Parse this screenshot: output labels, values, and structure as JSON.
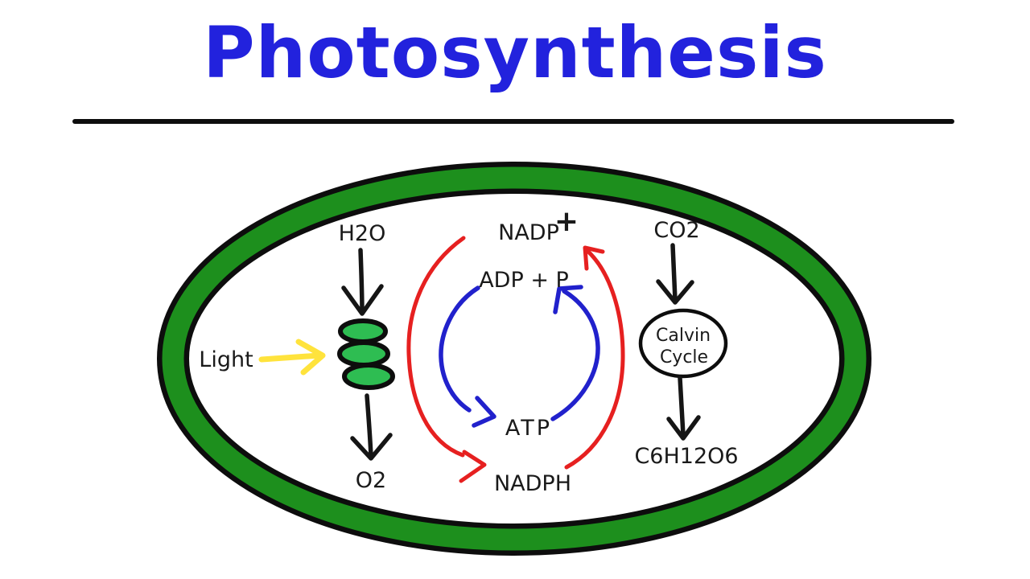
{
  "title": "Photosynthesis",
  "colors": {
    "title_blue": "#2222dd",
    "membrane_green": "#1d8f1d",
    "thylakoid_green": "#2ebd52",
    "arrow_red": "#e62020",
    "arrow_blue": "#2121cc",
    "light_yellow": "#ffe33c",
    "ink_black": "#151515"
  },
  "labels": {
    "h2o": "H2O",
    "light": "Light",
    "o2": "O2",
    "nadp": "NADP",
    "nadp_charge": "+",
    "adp": "ADP + P",
    "atp": "ATP",
    "nadph": "NADPH",
    "co2": "CO2",
    "glucose": "C6H12O6",
    "calvin_line1": "Calvin",
    "calvin_line2": "Cycle"
  }
}
